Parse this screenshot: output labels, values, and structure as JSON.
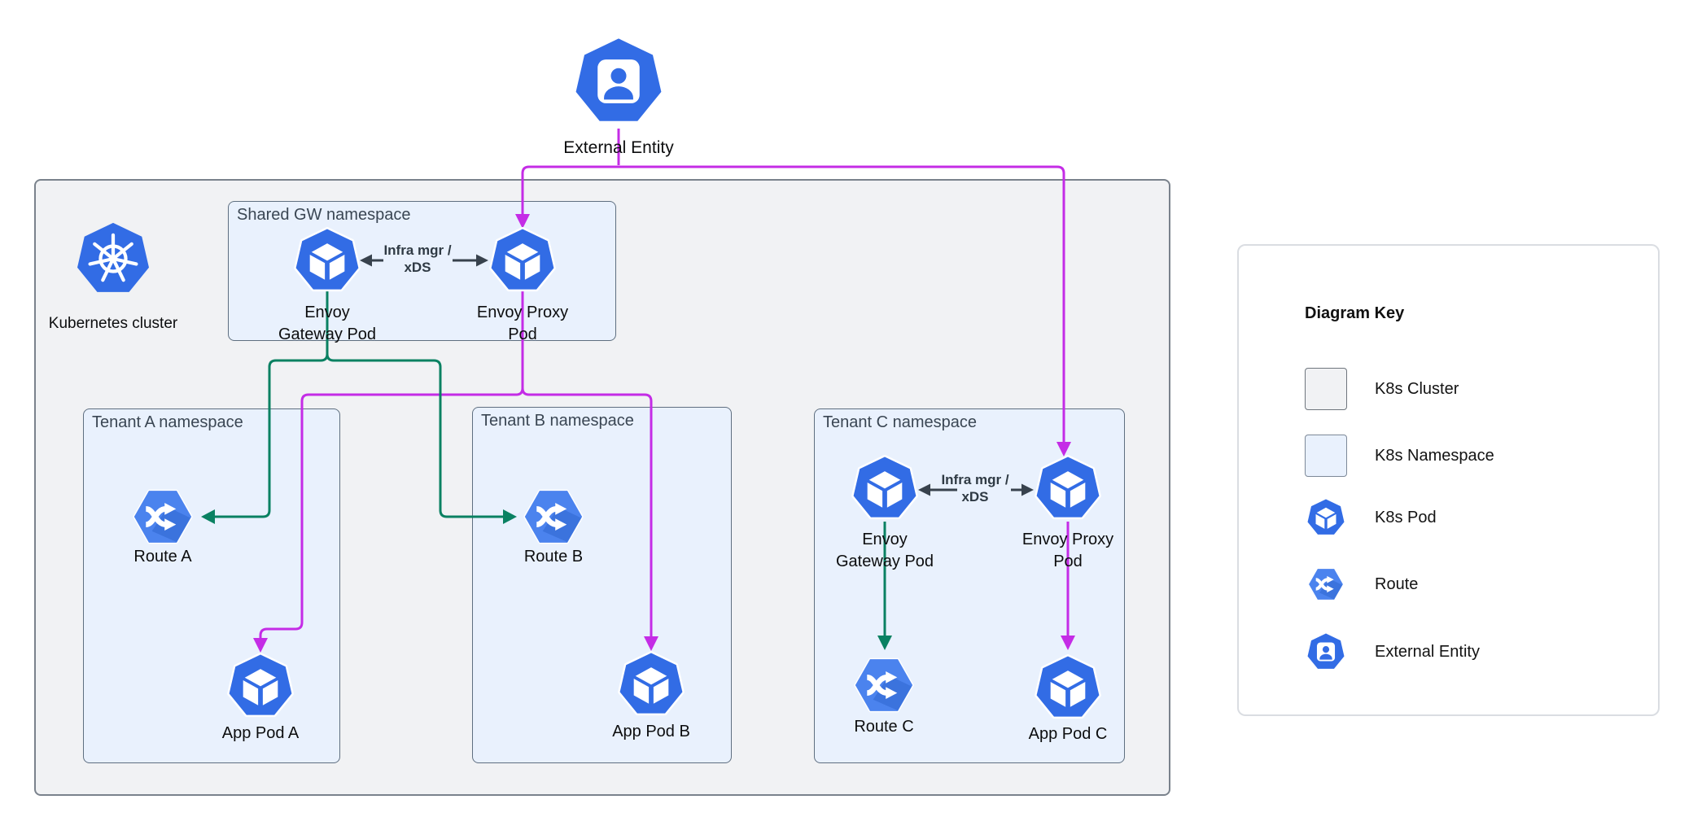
{
  "colors": {
    "k8s_blue": "#326ce5",
    "route_blue": "#4b83ee",
    "route_shadow": "#2f66cf",
    "magenta_flow": "#c42ce6",
    "green_flow": "#0a8162",
    "xds_arrow": "#38424d",
    "cluster_fill": "#f1f2f4",
    "namespace_fill": "#e9f1fd"
  },
  "external_entity": {
    "label": "External Entity"
  },
  "cluster": {
    "label": "Kubernetes cluster"
  },
  "shared_namespace": {
    "title": "Shared GW namespace",
    "gateway_pod": {
      "line1": "Envoy",
      "line2": "Gateway Pod"
    },
    "proxy_pod": {
      "line1": "Envoy Proxy",
      "line2": "Pod"
    },
    "infra_arrow": {
      "line1": "Infra mgr /",
      "line2": "xDS"
    }
  },
  "tenant_a": {
    "title": "Tenant A namespace",
    "route": "Route A",
    "app_pod": "App Pod A"
  },
  "tenant_b": {
    "title": "Tenant B namespace",
    "route": "Route B",
    "app_pod": "App Pod B"
  },
  "tenant_c": {
    "title": "Tenant C namespace",
    "gateway_pod": {
      "line1": "Envoy",
      "line2": "Gateway Pod"
    },
    "proxy_pod": {
      "line1": "Envoy Proxy",
      "line2": "Pod"
    },
    "infra_arrow": {
      "line1": "Infra mgr /",
      "line2": "xDS"
    },
    "route": "Route C",
    "app_pod": "App Pod C"
  },
  "key": {
    "title": "Diagram Key",
    "items": [
      {
        "label": "K8s Cluster"
      },
      {
        "label": "K8s Namespace"
      },
      {
        "label": "K8s Pod"
      },
      {
        "label": "Route"
      },
      {
        "label": "External Entity"
      }
    ]
  }
}
